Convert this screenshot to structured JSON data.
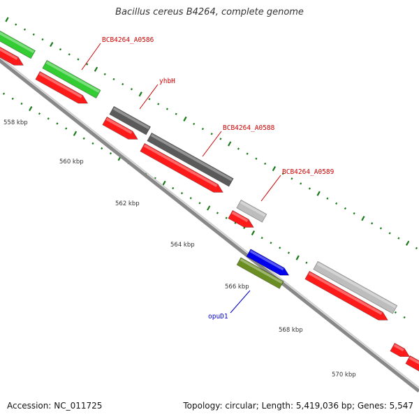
{
  "title": "Bacillus cereus B4264, complete genome",
  "footer": {
    "accession": "Accession: NC_011725",
    "summary": "Topology: circular; Length: 5,419,036 bp; Genes: 5,547"
  },
  "colors": {
    "backbone": "#888888",
    "ticks": "#1a7a1a",
    "red": "#ff1a1a",
    "green": "#33cc33",
    "dark_gray": "#5a5a5a",
    "light_gray": "#bdbdbd",
    "blue": "#0000ee",
    "olive": "#6b8e23",
    "label_red": "#cc0000",
    "label_blue": "#0000cc"
  },
  "scale_labels": [
    "558 kbp",
    "560 kbp",
    "562 kbp",
    "564 kbp",
    "566 kbp",
    "568 kbp",
    "570 kbp"
  ],
  "gene_labels": [
    {
      "name": "BCB4264_A0586",
      "color": "label_red"
    },
    {
      "name": "yhbH",
      "color": "label_red"
    },
    {
      "name": "BCB4264_A0588",
      "color": "label_red"
    },
    {
      "name": "BCB4264_A0589",
      "color": "label_red"
    },
    {
      "name": "opuD1",
      "color": "label_blue"
    }
  ]
}
